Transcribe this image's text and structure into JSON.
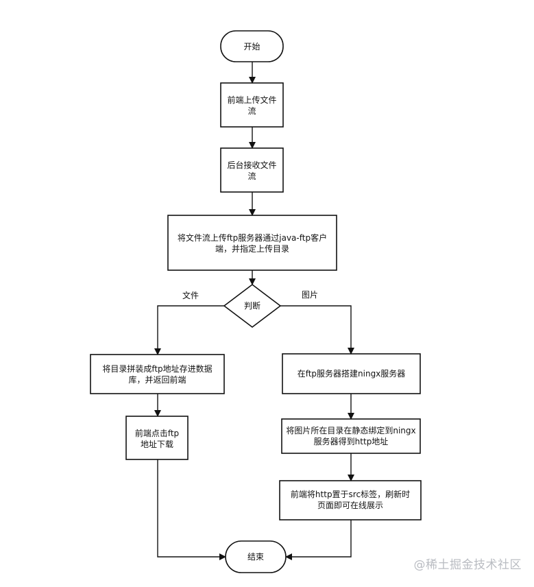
{
  "nodes": {
    "start": "开始",
    "upload_line1": "前端上传文件",
    "upload_line2": "流",
    "receive_line1": "后台接收文件",
    "receive_line2": "流",
    "ftp_line1": "将文件流上传ftp服务器通过java-ftp客户",
    "ftp_line2": "端，并指定上传目录",
    "decision": "判断",
    "concat_line1": "将目录拼装成ftp地址存进数据",
    "concat_line2": "库，并返回前端",
    "click_line1": "前端点击ftp",
    "click_line2": "地址下载",
    "nginx_setup": "在ftp服务器搭建ningx服务器",
    "bind_line1": "将图片所在目录在静态绑定到ningx",
    "bind_line2": "服务器得到http地址",
    "src_line1": "前端将http置于src标签，刷新时",
    "src_line2": "页面即可在线展示",
    "end": "结束"
  },
  "edge_labels": {
    "file": "文件",
    "image": "图片"
  },
  "watermark": "@稀土掘金技术社区"
}
